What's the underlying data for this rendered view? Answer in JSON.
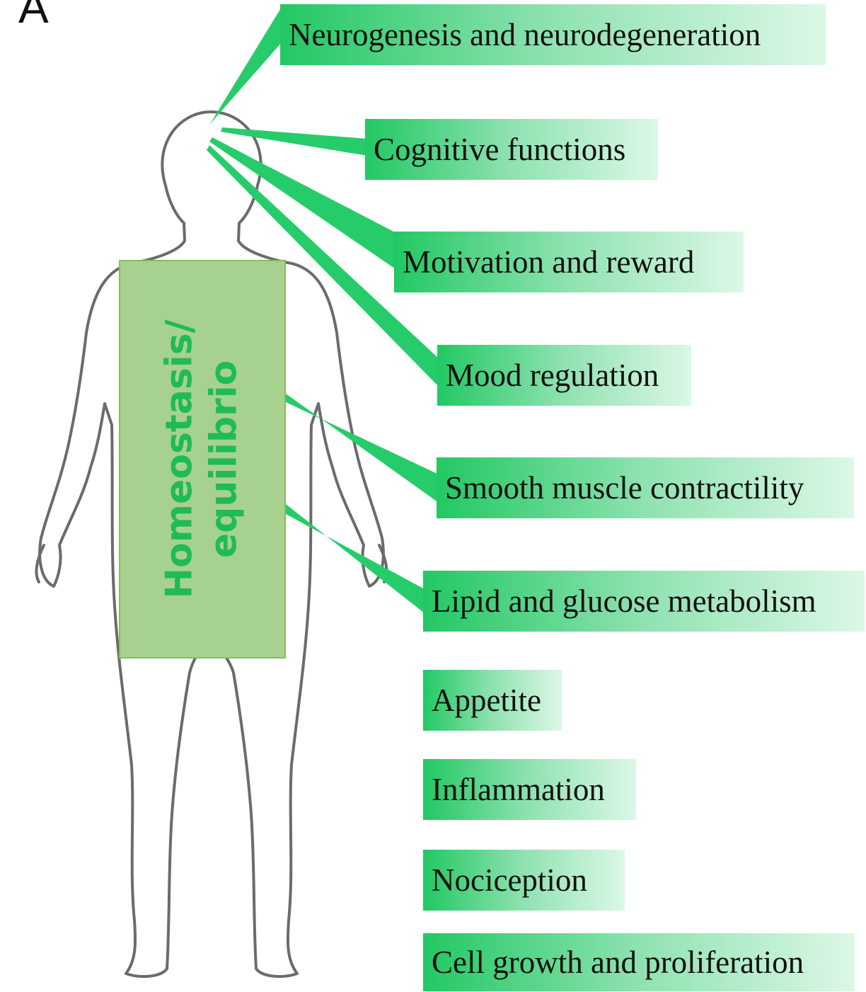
{
  "panel_label": "A",
  "center_box": {
    "line1": "Homeostasis/",
    "line2": "equilibrio",
    "fill_color": "#a7d18e",
    "text_color": "#1fbb55"
  },
  "colors": {
    "box_gradient_start": "#22c863",
    "box_gradient_end": "#d9f7e3",
    "connector": "#27cc6a",
    "outline": "#6b6b6b"
  },
  "functions": [
    {
      "id": "neurogenesis",
      "label": "Neurogenesis and neurodegeneration"
    },
    {
      "id": "cognitive",
      "label": "Cognitive functions"
    },
    {
      "id": "motivation",
      "label": "Motivation and reward"
    },
    {
      "id": "mood",
      "label": "Mood regulation"
    },
    {
      "id": "smooth-muscle",
      "label": "Smooth muscle contractility"
    },
    {
      "id": "lipid-glucose",
      "label": "Lipid and glucose metabolism"
    },
    {
      "id": "appetite",
      "label": "Appetite"
    },
    {
      "id": "inflammation",
      "label": "Inflammation"
    },
    {
      "id": "nociception",
      "label": "Nociception"
    },
    {
      "id": "cell-growth",
      "label": "Cell growth and proliferation"
    }
  ]
}
